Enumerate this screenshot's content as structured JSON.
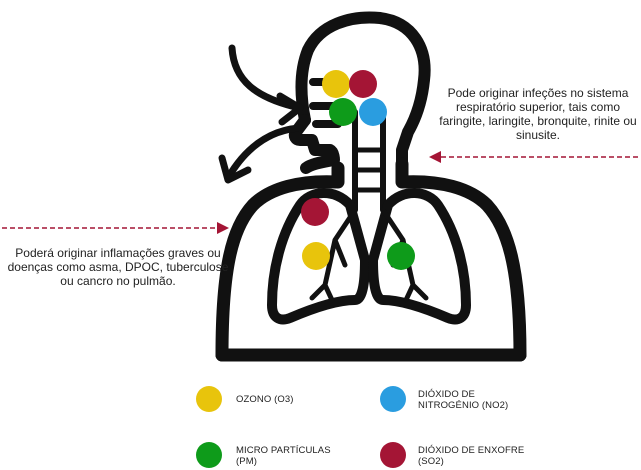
{
  "notes": {
    "upper": "Pode originar infeções no sistema respiratório superior, tais como faringite, laringite, bronquite, rinite ou sinusite.",
    "lower": "Poderá originar inflamações graves ou doenças como asma, DPOC, tuberculose ou cancro no pulmão."
  },
  "colors": {
    "ozone": "#e8c40c",
    "particles": "#0e9b1a",
    "nitrogen": "#2a9de0",
    "sulfur": "#a41535",
    "arrow": "#a41535",
    "body": "#111111"
  },
  "legend": [
    {
      "key": "ozone",
      "label_lines": [
        "OZONO (O3)"
      ]
    },
    {
      "key": "nitrogen",
      "label_lines": [
        "DIÓXIDO DE",
        "NITROGÉNIO (NO2)"
      ]
    },
    {
      "key": "particles",
      "label_lines": [
        "MICRO PARTÍCULAS",
        "(PM)"
      ]
    },
    {
      "key": "sulfur",
      "label_lines": [
        "DIÓXIDO DE ENXOFRE",
        "(SO2)"
      ]
    }
  ],
  "icons": [
    "respiratory-system-icon",
    "inhale-arrow-icon",
    "exhale-arrow-icon"
  ]
}
